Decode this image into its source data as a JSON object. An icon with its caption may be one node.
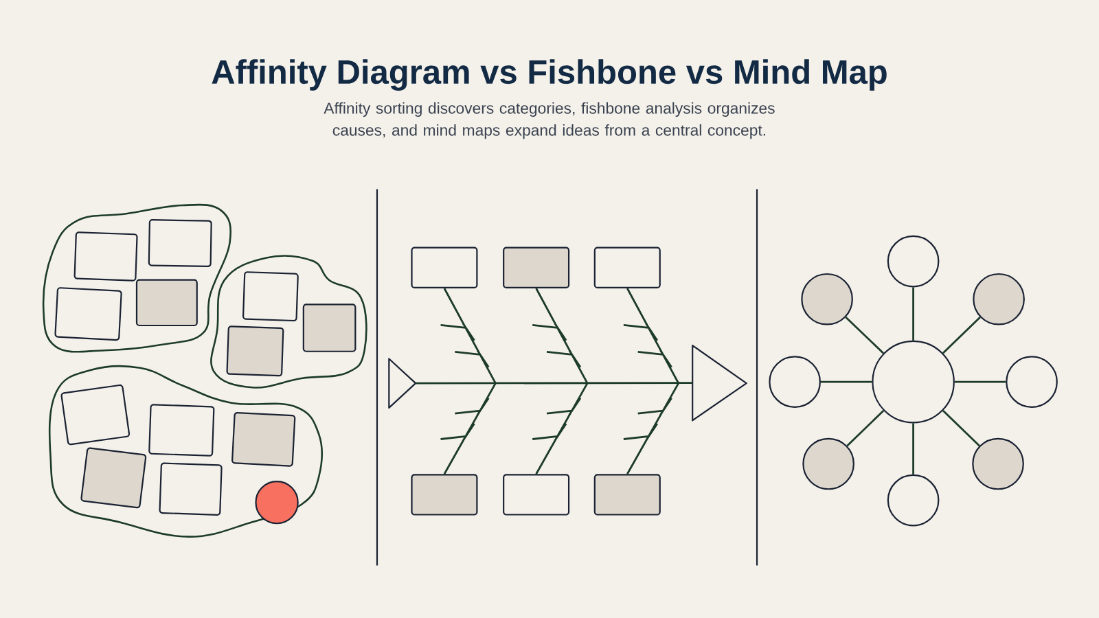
{
  "diagram": {
    "title": "Affinity Diagram vs Fishbone vs Mind Map",
    "caption": "Affinity sorting discovers categories, fishbone analysis organizes causes, and mind maps expand ideas from a central concept.",
    "nodes": [
      {
        "text": [],
        "shape": "cloud"
      },
      {
        "text": [],
        "shape": "box",
        "in": 0
      },
      {
        "text": [],
        "shape": "box",
        "in": 0
      },
      {
        "text": [],
        "shape": "box",
        "in": 0
      },
      {
        "text": [],
        "shape": "box",
        "in": 0
      },
      {
        "text": [],
        "shape": "cloud"
      },
      {
        "text": [],
        "shape": "box",
        "in": 5
      },
      {
        "text": [],
        "shape": "box",
        "in": 5
      },
      {
        "text": [],
        "shape": "box",
        "in": 5
      },
      {
        "text": [],
        "shape": "cloud"
      },
      {
        "text": [],
        "shape": "box",
        "in": 9
      },
      {
        "text": [],
        "shape": "box",
        "in": 9
      },
      {
        "text": [],
        "shape": "box",
        "in": 9
      },
      {
        "text": [],
        "shape": "box",
        "in": 9
      },
      {
        "text": [],
        "shape": "box",
        "in": 9
      },
      {
        "text": [],
        "shape": "circle",
        "in": 9
      },
      {
        "text": [],
        "shape": "box"
      },
      {
        "text": [],
        "shape": "box"
      },
      {
        "text": [],
        "shape": "box"
      },
      {
        "text": [],
        "shape": "triangle"
      },
      {
        "text": [],
        "shape": "triangle"
      },
      {
        "text": [],
        "shape": "box"
      },
      {
        "text": [],
        "shape": "box"
      },
      {
        "text": [],
        "shape": "box"
      },
      {
        "text": [],
        "shape": "circle"
      },
      {
        "text": [],
        "shape": "circle"
      },
      {
        "text": [],
        "shape": "circle"
      },
      {
        "text": [],
        "shape": "circle"
      },
      {
        "text": [],
        "shape": "circle"
      },
      {
        "text": [],
        "shape": "circle"
      },
      {
        "text": [],
        "shape": "circle"
      },
      {
        "text": [],
        "shape": "circle"
      },
      {
        "text": [],
        "shape": "circle"
      }
    ],
    "edges": [
      {
        "from": 19,
        "to": 20,
        "arrow": "none"
      },
      {
        "from": 16,
        "to": null,
        "arrow": "none"
      },
      {
        "from": 17,
        "to": null,
        "arrow": "none"
      },
      {
        "from": 18,
        "to": null,
        "arrow": "none"
      },
      {
        "from": 21,
        "to": null,
        "arrow": "none"
      },
      {
        "from": 22,
        "to": null,
        "arrow": "none"
      },
      {
        "from": 23,
        "to": null,
        "arrow": "none"
      },
      {
        "from": 28,
        "to": 24,
        "arrow": "none"
      },
      {
        "from": 28,
        "to": 25,
        "arrow": "none"
      },
      {
        "from": 28,
        "to": 26,
        "arrow": "none"
      },
      {
        "from": 28,
        "to": 27,
        "arrow": "none"
      },
      {
        "from": 28,
        "to": 29,
        "arrow": "none"
      },
      {
        "from": 28,
        "to": 30,
        "arrow": "none"
      },
      {
        "from": 28,
        "to": 31,
        "arrow": "none"
      },
      {
        "from": 28,
        "to": 32,
        "arrow": "none"
      }
    ]
  }
}
